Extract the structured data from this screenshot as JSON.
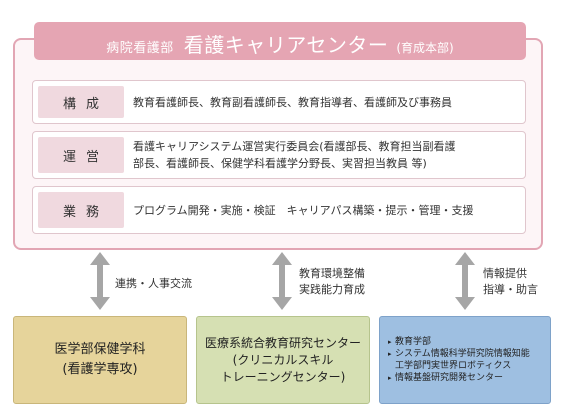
{
  "header": {
    "dept": "病院看護部",
    "center": "看護キャリアセンター",
    "note": "(育成本部)"
  },
  "rows": [
    {
      "label": "構成",
      "desc": "教育看護師長、教育副看護師長、教育指導者、看護師及び事務員"
    },
    {
      "label": "運営",
      "desc_line1": "看護キャリアシステム運営実行委員会(看護部長、教育担当副看護",
      "desc_line2": "部長、看護師長、保健学科看護学分野長、実習担当教員 等)"
    },
    {
      "label": "業務",
      "desc": "プログラム開発・実施・検証　キャリアパス構築・提示・管理・支援"
    }
  ],
  "links": [
    {
      "line1": "連携・人事交流"
    },
    {
      "line1": "教育環境整備",
      "line2": "実践能力育成"
    },
    {
      "line1": "情報提供",
      "line2": "指導・助言"
    }
  ],
  "boxes": [
    {
      "line1": "医学部保健学科",
      "line2": "(看護学専攻)"
    },
    {
      "line1": "医療系統合教育研究センター",
      "line2": "(クリニカルスキル",
      "line3": "トレーニングセンター)"
    },
    {
      "items": [
        {
          "line1": "教育学部"
        },
        {
          "line1": "システム情報科学研究院情報知能",
          "line2": "工学部門実世界ロボティクス"
        },
        {
          "line1": "情報基盤研究開発センター"
        }
      ]
    }
  ],
  "colors": {
    "title_bar": "#e5a5b3",
    "outer_border": "#e2a6b4",
    "label_bg": "#f0d9df",
    "box1": "#e6d49b",
    "box2": "#d6e0b3",
    "box3": "#9ebfe1",
    "arrow": "#a6a6a6"
  }
}
